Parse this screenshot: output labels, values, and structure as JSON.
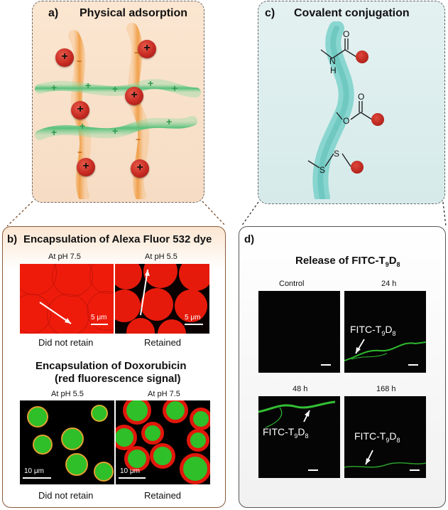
{
  "panel_a": {
    "label": "a)",
    "title": "Physical adsorption"
  },
  "panel_c": {
    "label": "c)",
    "title": "Covalent conjugation"
  },
  "panel_b": {
    "label": "b)",
    "title1": "Encapsulation of Alexa Fluor 532 dye",
    "ph1_left": "At pH 7.5",
    "ph1_right": "At pH 5.5",
    "scale1_left": "5 μm",
    "scale1_right": "5 μm",
    "cap1_left": "Did not retain",
    "cap1_right": "Retained",
    "title2_line1": "Encapsulation of Doxorubicin",
    "title2_line2": "(red fluorescence signal)",
    "ph2_left": "At pH 5.5",
    "ph2_right": "At pH 7.5",
    "scale2_left": "10 μm",
    "scale2_right": "10 μm",
    "cap2_left": "Did not retain",
    "cap2_right": "Retained"
  },
  "panel_d": {
    "label": "d)",
    "title": "Release of FITC-T",
    "title_sub1": "9",
    "title_mid": "D",
    "title_sub2": "8",
    "img_labels": [
      "Control",
      "24 h",
      "48 h",
      "168 h"
    ],
    "fitc_main": "FITC-T",
    "fitc_sub1": "9",
    "fitc_mid": "D",
    "fitc_sub2": "8"
  },
  "chem": {
    "H": "H",
    "N": "N",
    "O": "O",
    "S": "S"
  },
  "charge": {
    "plus": "+",
    "minus": "−"
  }
}
